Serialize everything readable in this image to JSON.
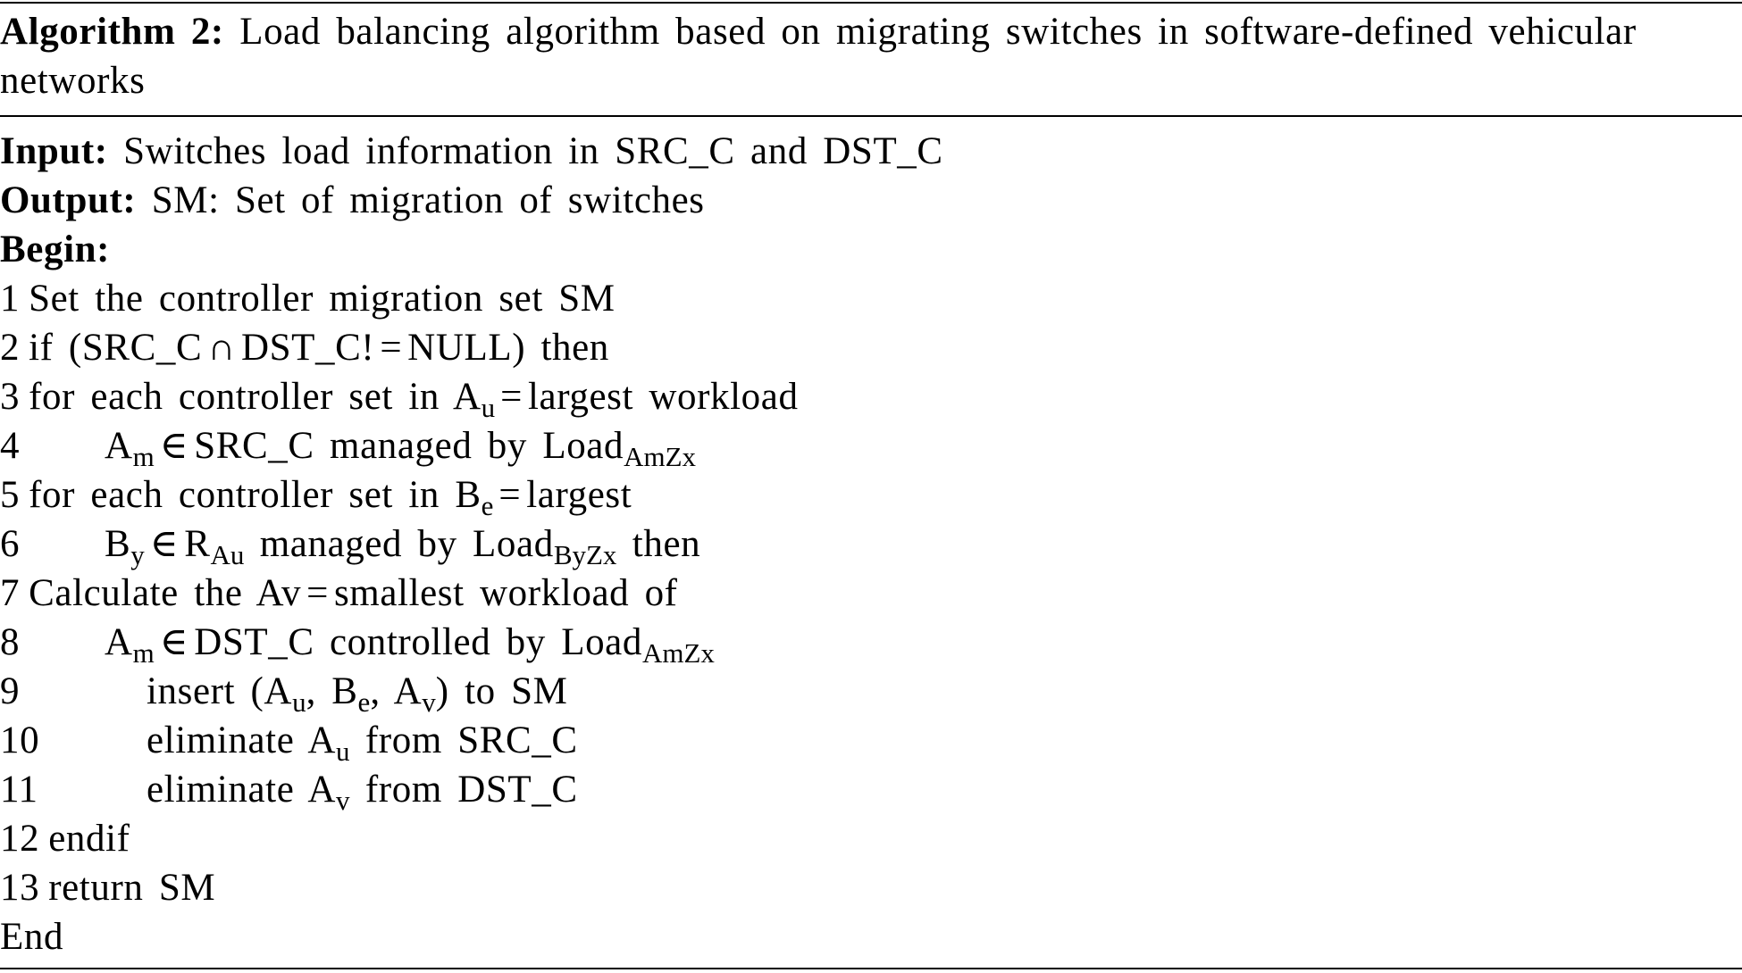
{
  "algorithm": {
    "title_label": "Algorithm 2:",
    "title_text": "Load balancing algorithm based on migrating switches in software-defined vehicular networks",
    "input_label": "Input:",
    "input_text": "Switches load information in SRC_C and DST_C",
    "output_label": "Output:",
    "output_text": "SM: Set of migration of switches",
    "begin_label": "Begin:",
    "end_label": "End",
    "lines": {
      "l1": {
        "num": "1",
        "text": "Set the controller migration set SM"
      },
      "l2": {
        "num": "2",
        "pre": "if (SRC_C",
        "op1": "∩",
        "mid": "DST_C!",
        "op2": "=",
        "post": "NULL) then"
      },
      "l3": {
        "num": "3",
        "pre": "for each controller set in A",
        "sub": "u",
        "op": "=",
        "post": "largest workload"
      },
      "l4": {
        "num": "4",
        "a": "A",
        "a_sub": "m",
        "op": "∈",
        "mid": "SRC_C managed by Load",
        "sub2": "AmZx"
      },
      "l5": {
        "num": "5",
        "pre": "for each controller set in B",
        "sub": "e",
        "op": "=",
        "post": "largest"
      },
      "l6": {
        "num": "6",
        "a": "B",
        "a_sub": "y",
        "op": "∈",
        "r": "R",
        "r_sub": "Au",
        "mid": "managed by Load",
        "sub2": "ByZx",
        "post": "then"
      },
      "l7": {
        "num": "7",
        "pre": "Calculate the Av",
        "op": "=",
        "post": "smallest workload of"
      },
      "l8": {
        "num": "8",
        "a": "A",
        "a_sub": "m",
        "op": "∈",
        "mid": "DST_C controlled by Load",
        "sub2": "AmZx"
      },
      "l9": {
        "num": "9",
        "pre": "insert (A",
        "s1": "u",
        "c1": ", B",
        "s2": "e",
        "c2": ", A",
        "s3": "v",
        "post": ") to SM"
      },
      "l10": {
        "num": "10",
        "pre": "eliminate A",
        "sub": "u",
        "post": "from SRC_C"
      },
      "l11": {
        "num": "11",
        "pre": "eliminate A",
        "sub": "v",
        "post": "from DST_C"
      },
      "l12": {
        "num": "12",
        "text": "endif"
      },
      "l13": {
        "num": "13",
        "text": "return SM"
      }
    }
  }
}
